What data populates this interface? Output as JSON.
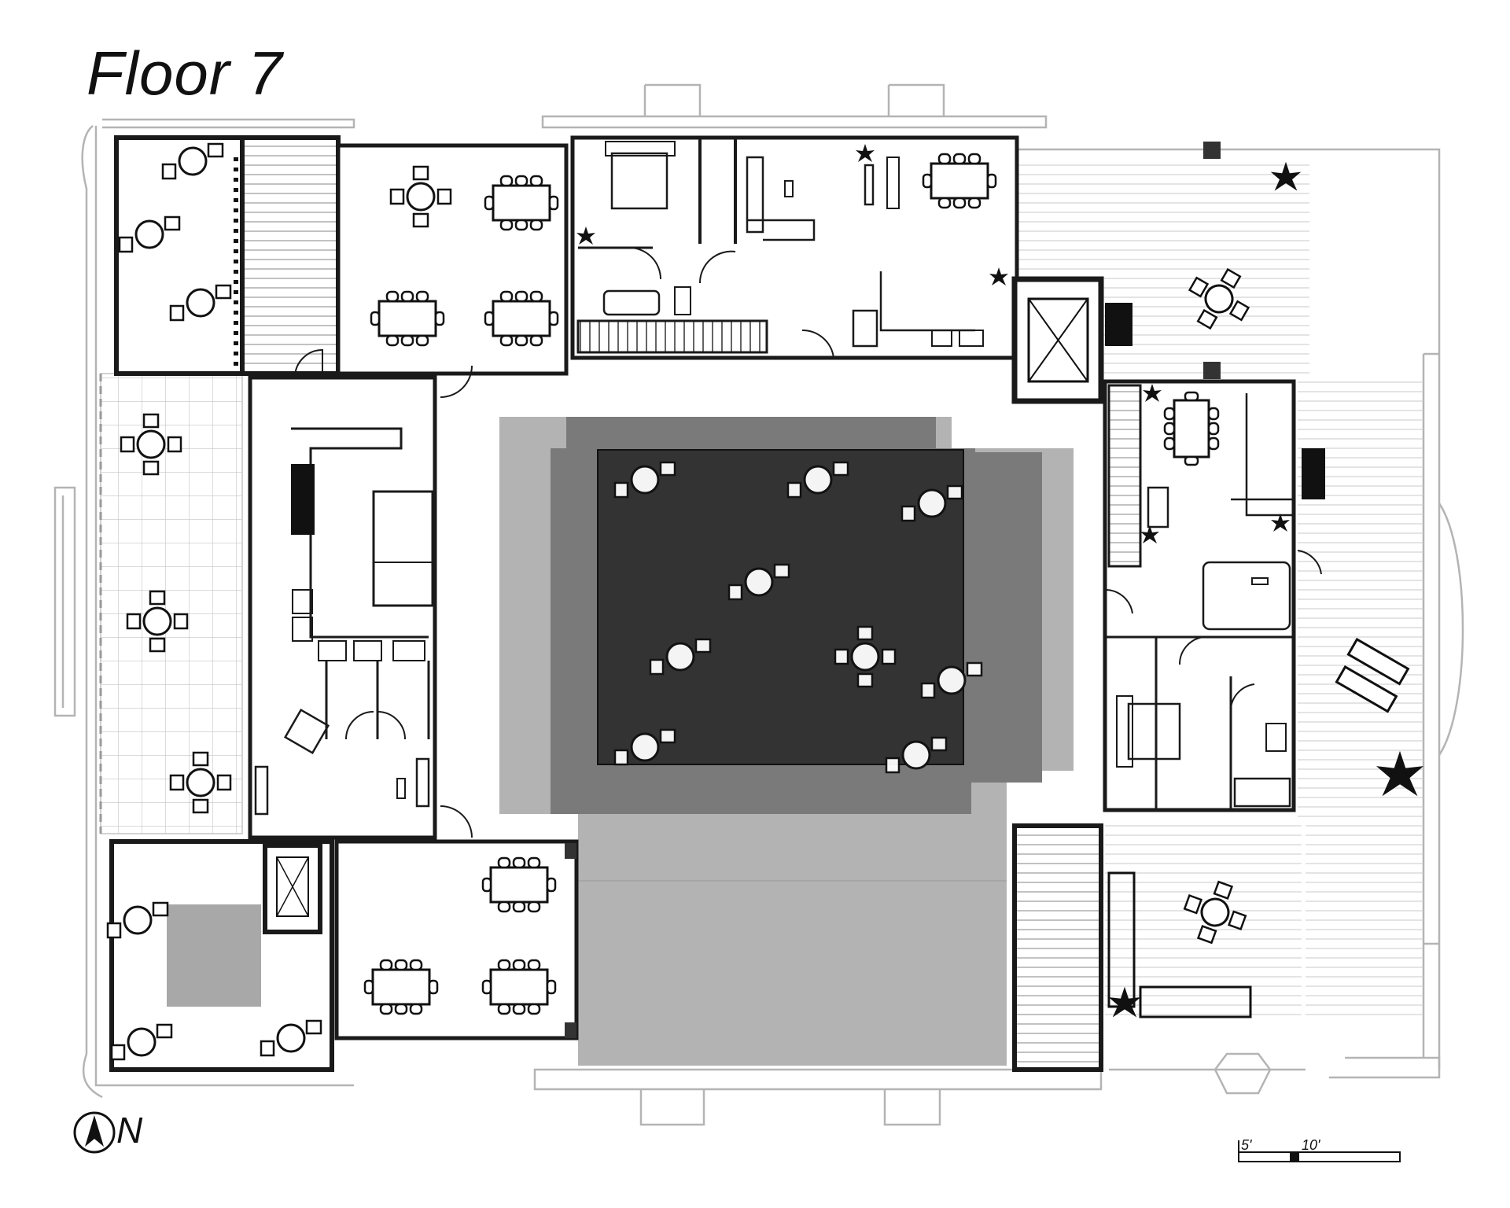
{
  "title": "Floor 7",
  "north_label": "N",
  "scale": {
    "label_a": "5'",
    "label_b": "10'"
  },
  "colors": {
    "wall": "#1a1a1a",
    "outline": "#b4b4b4",
    "courtyard_light": "#b3b3b3",
    "courtyard_mid": "#7a7a7a",
    "courtyard_dark": "#333333",
    "lightwell": "#a8a8a8"
  }
}
